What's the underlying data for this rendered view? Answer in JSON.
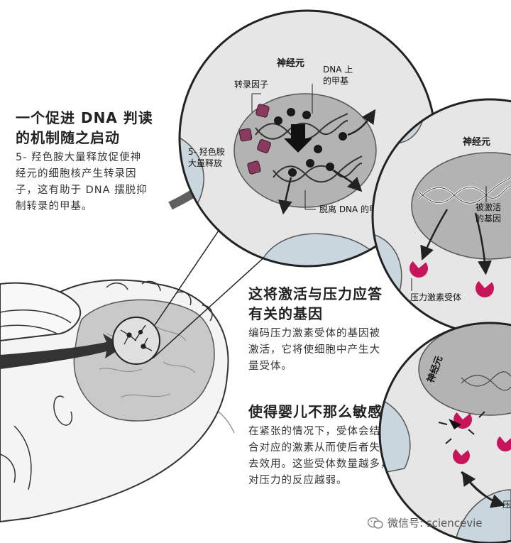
{
  "section1": {
    "title_line1": "一个促进 DNA 判读",
    "title_line2": "的机制随之启动",
    "body_lines": [
      "5- 羟色胺大量释放促使神",
      "经元的细胞核产生转录因",
      "子，这有助于 DNA 摆脱抑",
      "制转录的甲基。"
    ]
  },
  "section2": {
    "title_line1": "这将激活与压力应答",
    "title_line2": "有关的基因",
    "body_lines": [
      "编码压力激素受体的基因被",
      "激活，它将使细胞中产生大",
      "量受体。"
    ]
  },
  "section3": {
    "title_line1": "使得婴儿不那么敏感",
    "body_lines": [
      "在紧张的情况下，受体会结",
      "合对应的激素从而使后者失",
      "去效用。这些受体数量越多，",
      "对压力的反应越弱。"
    ]
  },
  "circle1": {
    "neuron": "神经元",
    "tf": "转录因子",
    "methyl_line1": "DNA 上",
    "methyl_line2": "的甲基",
    "serotonin_line1": "5- 羟色胺",
    "serotonin_line2": "大量释放",
    "detach": "脱离 DNA 的甲基"
  },
  "circle2": {
    "neuron": "神经元",
    "gene_line1": "被激活",
    "gene_line2": "的基因",
    "receptor": "压力激素受体"
  },
  "circle3": {
    "neuron": "神经元",
    "partial": "压"
  },
  "watermark": "微信号: sciencevie",
  "colors": {
    "membrane_blue": "#c9d6de",
    "nucleus_gray": "#b3b3b3",
    "cyto_gray": "#e6e6e6",
    "tf_purple": "#8a3a5e",
    "receptor_pink": "#c8145a",
    "brain_gray": "#c9c9c9",
    "skin": "#f4f4f4"
  }
}
